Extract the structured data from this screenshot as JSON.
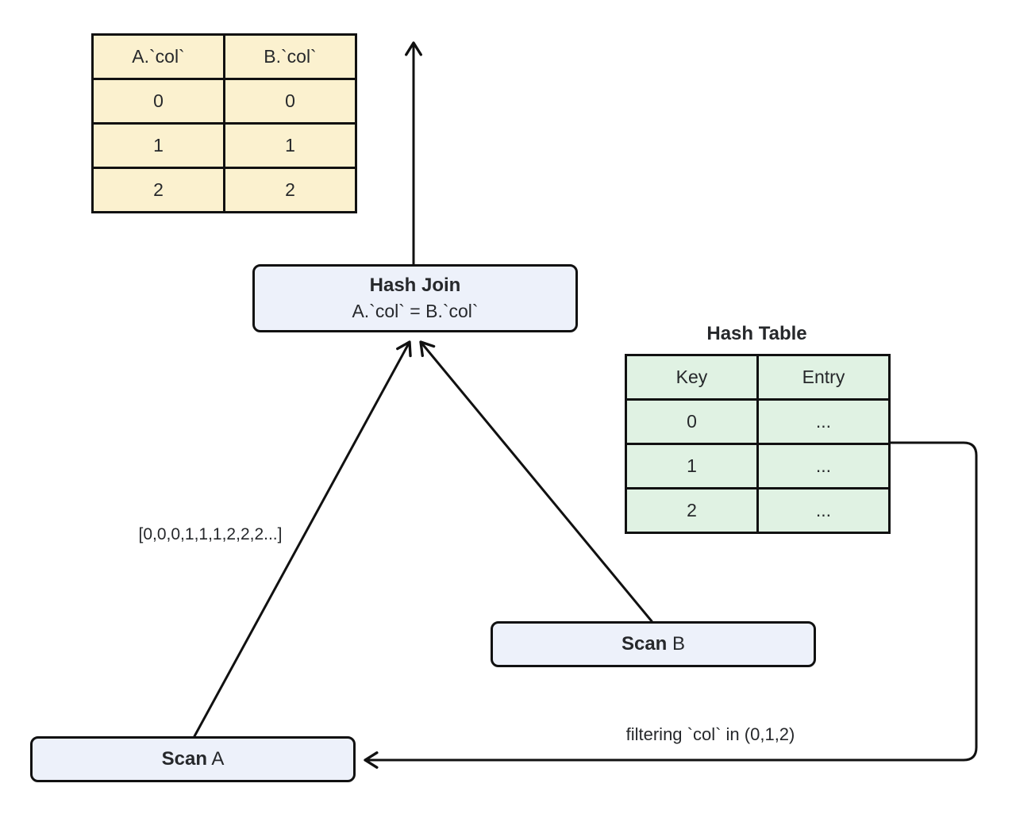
{
  "result_table": {
    "headers": [
      "A.`col`",
      "B.`col`"
    ],
    "rows": [
      [
        "0",
        "0"
      ],
      [
        "1",
        "1"
      ],
      [
        "2",
        "2"
      ]
    ]
  },
  "hash_join": {
    "title": "Hash Join",
    "condition": "A.`col` = B.`col`"
  },
  "hash_table": {
    "title": "Hash Table",
    "headers": [
      "Key",
      "Entry"
    ],
    "rows": [
      [
        "0",
        "..."
      ],
      [
        "1",
        "..."
      ],
      [
        "2",
        "..."
      ]
    ]
  },
  "scan_a": {
    "label_bold": "Scan",
    "label_rest": " A"
  },
  "scan_b": {
    "label_bold": "Scan",
    "label_rest": " B"
  },
  "labels": {
    "stream": "[0,0,0,1,1,1,2,2,2...]",
    "filter": "filtering `col` in (0,1,2)"
  },
  "colors": {
    "result_fill": "#FBF1CF",
    "hash_fill": "#E0F2E3",
    "node_fill": "#EDF1FA",
    "line": "#111111",
    "text": "#26282B"
  }
}
